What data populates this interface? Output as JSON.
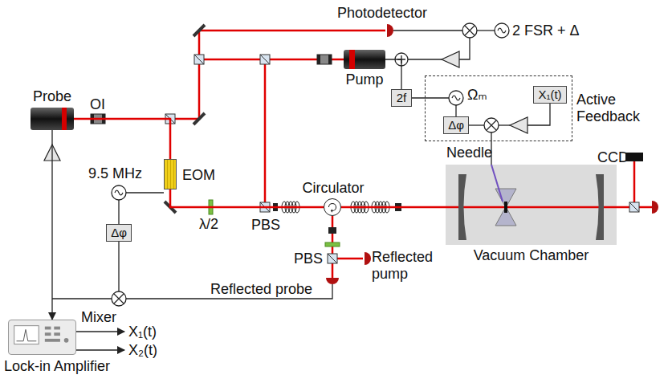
{
  "diagram": {
    "nodes": [
      {
        "text": [
          "Probe"
        ]
      },
      {
        "text": [
          "Pump"
        ]
      },
      {
        "text": [
          "Active Feedback"
        ]
      },
      {
        "text": [
          "2f"
        ]
      },
      {
        "text": [
          "Δφ"
        ],
        "in": 2
      },
      {
        "text": [
          "X₁(t)"
        ],
        "in": 2
      },
      {
        "text": [
          "EOM"
        ]
      },
      {
        "text": [
          "Vacuum Chamber"
        ]
      },
      {
        "text": [
          "Lock-in Amplifier"
        ]
      },
      {
        "text": [
          "Δφ"
        ]
      },
      {
        "text": [
          "Circulator"
        ]
      }
    ],
    "edges": [
      {
        "from": 0,
        "to": 6,
        "arrow": "none"
      },
      {
        "from": 6,
        "to": 10,
        "arrow": "none"
      },
      {
        "from": 10,
        "to": 7,
        "arrow": "none"
      },
      {
        "from": 3,
        "to": 1,
        "arrow": "none"
      },
      {
        "from": 0,
        "to": 8,
        "arrow": "to"
      }
    ],
    "labels": [
      "Photodetector",
      "2 FSR + Δ",
      "OI",
      "9.5 MHz",
      "Ωₘ",
      "Needle",
      "CCD",
      "λ/2",
      "PBS",
      "PBS",
      "Reflected pump",
      "Reflected probe",
      "Mixer",
      "X₁(t)",
      "X₂(t)"
    ]
  }
}
